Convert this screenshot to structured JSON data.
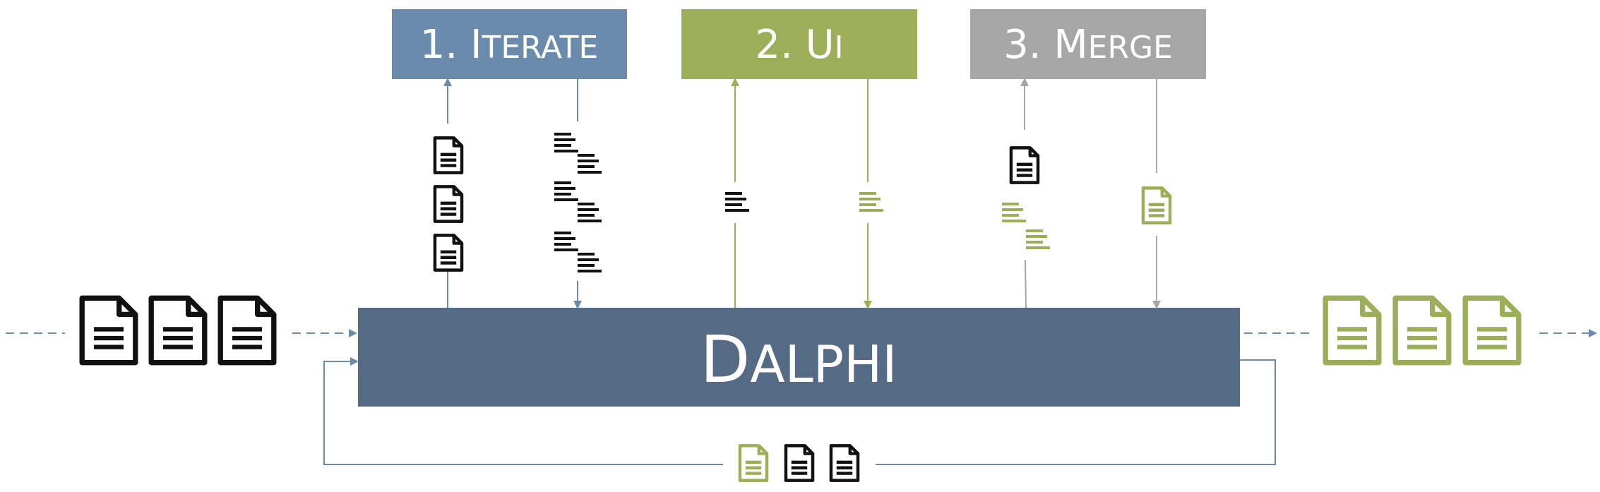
{
  "steps": [
    {
      "number": "1.",
      "initial": "I",
      "rest": "terate",
      "color": "#6b8bad"
    },
    {
      "number": "2.",
      "initial": "U",
      "rest": "i",
      "color": "#9caf58"
    },
    {
      "number": "3.",
      "initial": "M",
      "rest": "erge",
      "color": "#a6a6a6"
    }
  ],
  "main": {
    "initial": "D",
    "rest": "alphi",
    "color": "#556a84"
  },
  "colors": {
    "blue_line": "#6b8bad",
    "green": "#9caf58",
    "gray_line": "#a6a6a6",
    "dark_line": "#556a84",
    "black": "#111111"
  },
  "icons": {
    "document": "document-icon",
    "segments": "text-segments-icon"
  }
}
